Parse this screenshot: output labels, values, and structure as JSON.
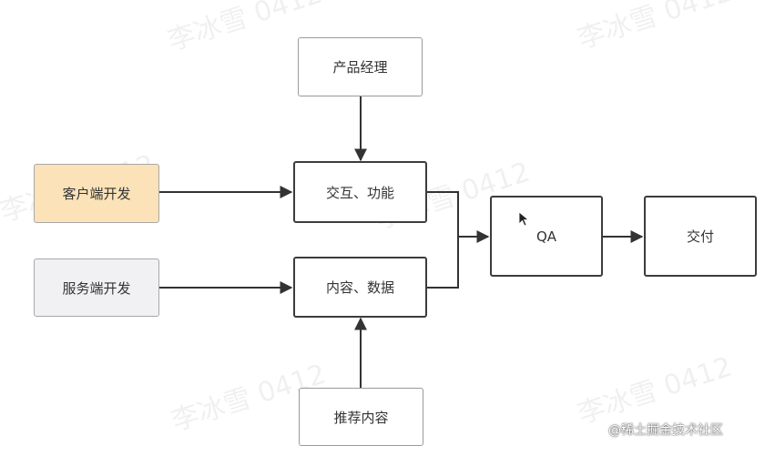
{
  "nodes": {
    "product_manager": "产品经理",
    "client_dev": "客户端开发",
    "server_dev": "服务端开发",
    "interaction": "交互、功能",
    "content": "内容、数据",
    "recommend": "推荐内容",
    "qa": "QA",
    "delivery": "交付"
  },
  "edges": [
    {
      "from": "product_manager",
      "to": "interaction"
    },
    {
      "from": "client_dev",
      "to": "interaction"
    },
    {
      "from": "server_dev",
      "to": "content"
    },
    {
      "from": "recommend",
      "to": "content"
    },
    {
      "from": "interaction",
      "to": "qa"
    },
    {
      "from": "content",
      "to": "qa"
    },
    {
      "from": "qa",
      "to": "delivery"
    }
  ],
  "colors": {
    "client_fill": "#fbe2b8",
    "server_fill": "#f1f1f3",
    "line": "#333333"
  },
  "watermark": "李冰雪 0412",
  "credit": "@稀土掘金技术社区"
}
